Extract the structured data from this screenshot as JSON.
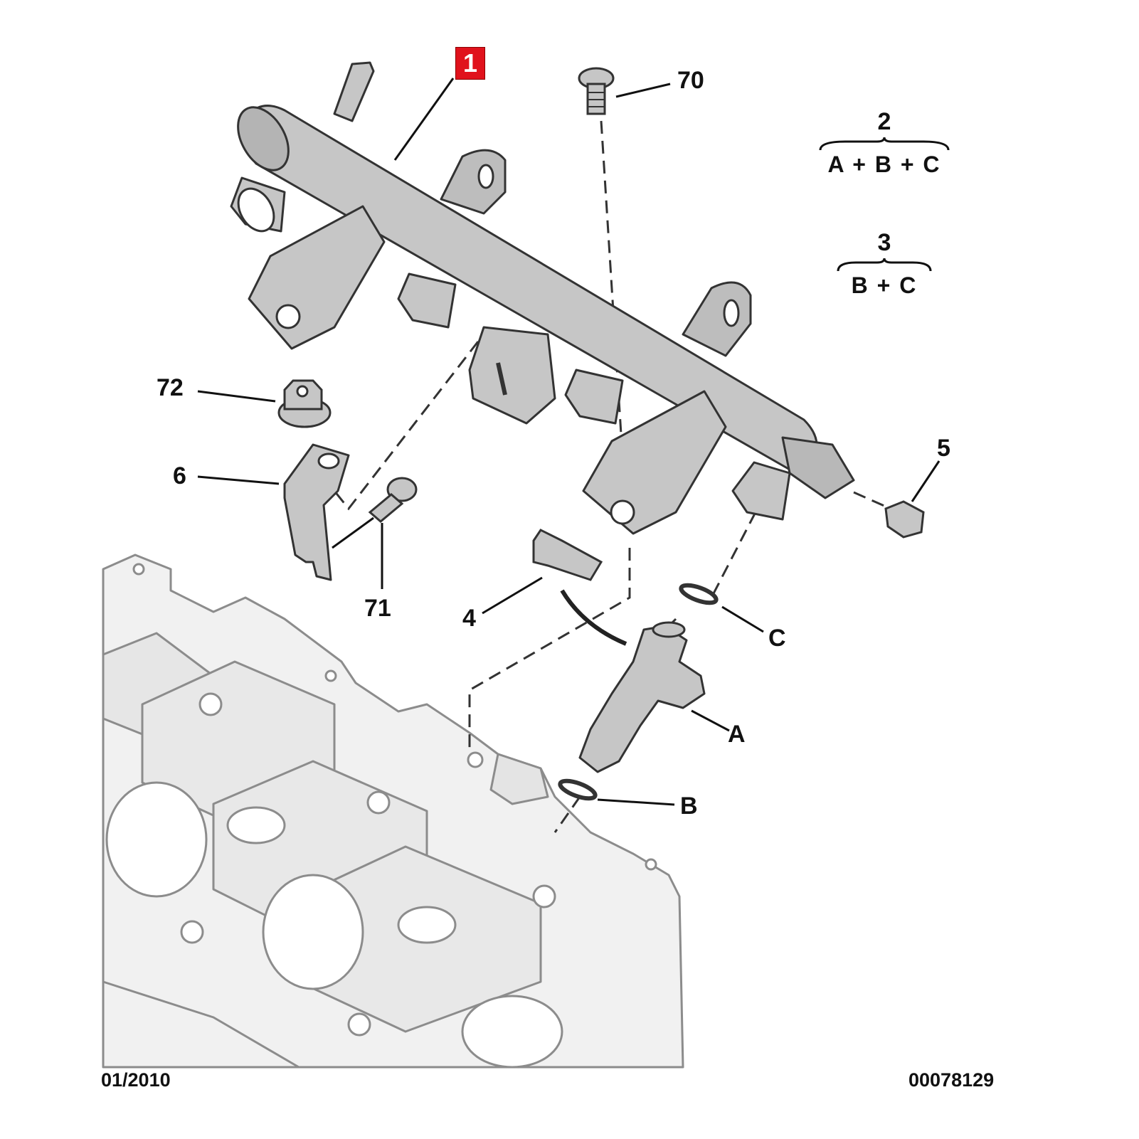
{
  "callouts": {
    "p1": "1",
    "p70": "70",
    "p72": "72",
    "p6": "6",
    "p71": "71",
    "p5": "5",
    "p4": "4",
    "pA": "A",
    "pB": "B",
    "pC": "C"
  },
  "combinations": [
    {
      "number": "2",
      "parts": "A + B + C"
    },
    {
      "number": "3",
      "parts": "B + C"
    }
  ],
  "footer": {
    "date": "01/2010",
    "reference": "00078129"
  },
  "colors": {
    "highlight_label": "#e0121c",
    "part_fill": "#c8c8c8",
    "part_stroke": "#333333",
    "engine_fill": "#f0f0f0",
    "engine_stroke": "#8c8c8c"
  }
}
